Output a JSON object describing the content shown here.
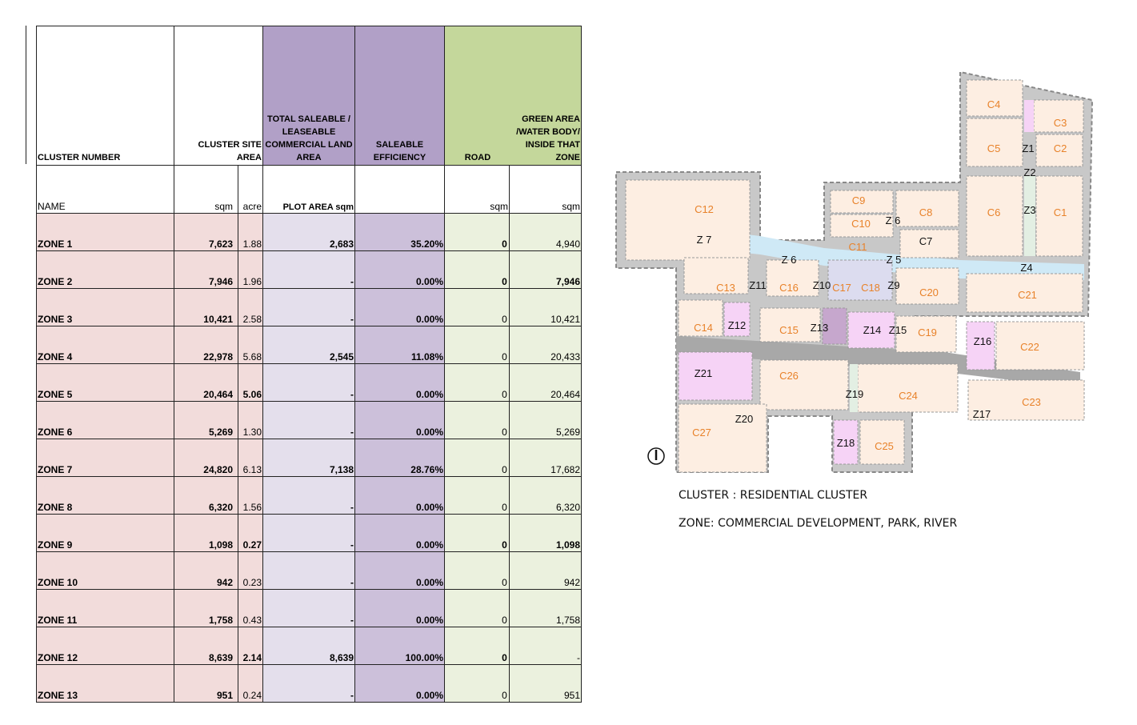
{
  "headers": {
    "cluster_number": "CLUSTER  NUMBER",
    "site_area": "CLUSTER SITE AREA",
    "saleable_area": "TOTAL SALEABLE  /  LEASEABLE COMMERCIAL  LAND AREA",
    "efficiency": "SALEABLE EFFICIENCY",
    "road": "ROAD",
    "green": "GREEN AREA /WATER BODY/ INSIDE THAT ZONE"
  },
  "subheaders": {
    "name": "NAME",
    "sqm": "sqm",
    "acre": "acre",
    "plot": "PLOT AREA sqm",
    "road": "sqm",
    "green": "sqm"
  },
  "rows": [
    {
      "name": "ZONE 1",
      "sqm": "7,623",
      "acre": "1.88",
      "plot": "2,683",
      "eff": "35.20%",
      "road": "0",
      "green": "4,940"
    },
    {
      "name": "ZONE 2",
      "sqm": "7,946",
      "acre": "1.96",
      "plot": "-",
      "eff": "0.00%",
      "road": "0",
      "green": "7,946"
    },
    {
      "name": "ZONE 3",
      "sqm": "10,421",
      "acre": "2.58",
      "plot": "-",
      "eff": "0.00%",
      "road": "0",
      "green": "10,421"
    },
    {
      "name": "ZONE 4",
      "sqm": "22,978",
      "acre": "5.68",
      "plot": "2,545",
      "eff": "11.08%",
      "road": "0",
      "green": "20,433"
    },
    {
      "name": "ZONE 5",
      "sqm": "20,464",
      "acre": "5.06",
      "plot": "-",
      "eff": "0.00%",
      "road": "0",
      "green": "20,464"
    },
    {
      "name": "ZONE 6",
      "sqm": "5,269",
      "acre": "1.30",
      "plot": "-",
      "eff": "0.00%",
      "road": "0",
      "green": "5,269"
    },
    {
      "name": "ZONE 7",
      "sqm": "24,820",
      "acre": "6.13",
      "plot": "7,138",
      "eff": "28.76%",
      "road": "0",
      "green": "17,682"
    },
    {
      "name": "ZONE 8",
      "sqm": "6,320",
      "acre": "1.56",
      "plot": "-",
      "eff": "0.00%",
      "road": "0",
      "green": "6,320"
    },
    {
      "name": "ZONE 9",
      "sqm": "1,098",
      "acre": "0.27",
      "plot": "-",
      "eff": "0.00%",
      "road": "0",
      "green": "1,098"
    },
    {
      "name": "ZONE 10",
      "sqm": "942",
      "acre": "0.23",
      "plot": "-",
      "eff": "0.00%",
      "road": "0",
      "green": "942"
    },
    {
      "name": "ZONE 11",
      "sqm": "1,758",
      "acre": "0.43",
      "plot": "-",
      "eff": "0.00%",
      "road": "0",
      "green": "1,758"
    },
    {
      "name": "ZONE 12",
      "sqm": "8,639",
      "acre": "2.14",
      "plot": "8,639",
      "eff": "100.00%",
      "road": "0",
      "green": "-"
    },
    {
      "name": "ZONE 13",
      "sqm": "951",
      "acre": "0.24",
      "plot": "-",
      "eff": "0.00%",
      "road": "0",
      "green": "951"
    }
  ],
  "map": {
    "labels": {
      "c1": "C1",
      "c2": "C2",
      "c3": "C3",
      "c4": "C4",
      "c5": "C5",
      "c6": "C6",
      "c7": "C7",
      "c8": "C8",
      "c9": "C9",
      "c10": "C10",
      "c11": "C11",
      "c12": "C12",
      "c13": "C13",
      "c14": "C14",
      "c15": "C15",
      "c16": "C16",
      "c17": "C17",
      "c18": "C18",
      "c19": "C19",
      "c20": "C20",
      "c21": "C21",
      "c22": "C22",
      "c23": "C23",
      "c24": "C24",
      "c25": "C25",
      "c26": "C26",
      "c27": "C27",
      "z1": "Z1",
      "z2": "Z2",
      "z3": "Z3",
      "z4": "Z4",
      "z5": "Z 5",
      "z6a": "Z 6",
      "z6b": "Z 6",
      "z7": "Z 7",
      "z9": "Z9",
      "z10": "Z10",
      "z11": "Z11",
      "z12": "Z12",
      "z13": "Z13",
      "z14": "Z14",
      "z15": "Z15",
      "z16": "Z16",
      "z17": "Z17",
      "z18": "Z18",
      "z19": "Z19",
      "z20": "Z20",
      "z21": "Z21"
    },
    "colors": {
      "cluster": "#fdeee2",
      "cluster_text": "#e8822a",
      "zone_pink": "#f6d3f6",
      "zone_blue": "#cfe9f6",
      "zone_green": "#e3efe3",
      "zone_lav": "#dcdcef",
      "zone_purple": "#c6a7cd",
      "road": "#a8a8a8",
      "border": "#777777"
    },
    "compass_icon": "north-arrow-icon"
  },
  "legend": {
    "cluster": "CLUSTER : RESIDENTIAL CLUSTER",
    "zone": "ZONE: COMMERCIAL DEVELOPMENT, PARK, RIVER"
  }
}
